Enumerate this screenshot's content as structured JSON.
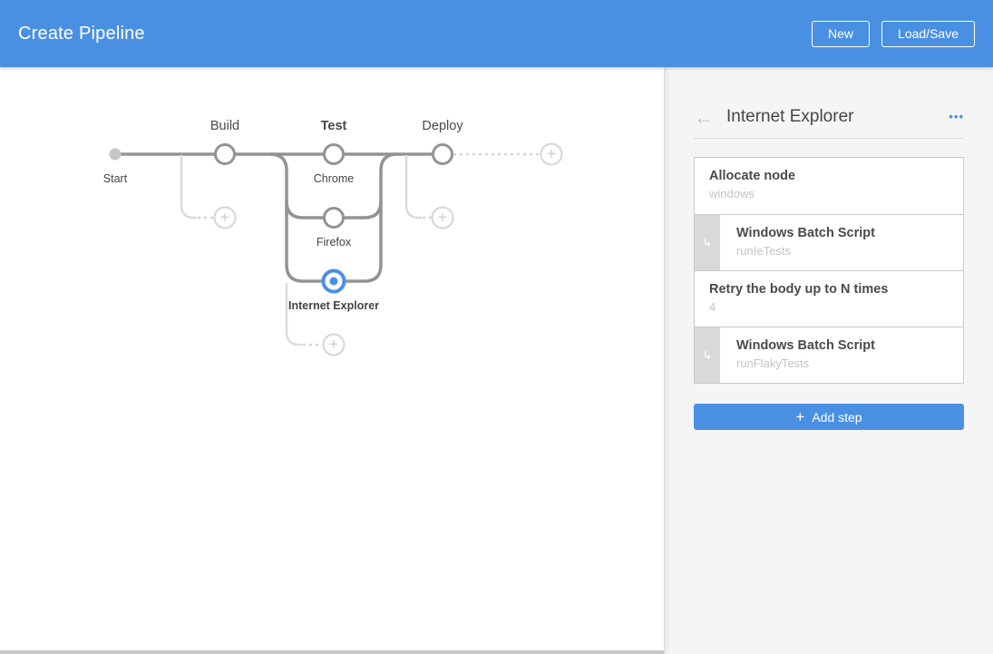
{
  "header": {
    "title": "Create Pipeline",
    "new_label": "New",
    "load_save_label": "Load/Save"
  },
  "graph": {
    "start_label": "Start",
    "stages": [
      {
        "label": "Build",
        "selected": false
      },
      {
        "label": "Test",
        "selected": true
      },
      {
        "label": "Deploy",
        "selected": false
      }
    ],
    "branches": [
      {
        "label": "Chrome",
        "selected": false
      },
      {
        "label": "Firefox",
        "selected": false
      },
      {
        "label": "Internet Explorer",
        "selected": true
      }
    ]
  },
  "panel": {
    "title": "Internet Explorer",
    "steps": [
      {
        "title": "Allocate node",
        "subtitle": "windows",
        "nested": false
      },
      {
        "title": "Windows Batch Script",
        "subtitle": "runIeTests",
        "nested": true
      },
      {
        "title": "Retry the body up to N times",
        "subtitle": "4",
        "nested": false
      },
      {
        "title": "Windows Batch Script",
        "subtitle": "runFlakyTests",
        "nested": true
      }
    ],
    "add_step_label": "Add step"
  },
  "icons": {
    "plus": "+",
    "back_arrow": "←",
    "more_dots": "•••",
    "branch_arrow": "↳"
  },
  "colors": {
    "accent_blue": "#4a90e2",
    "graph_line": "#949393",
    "graph_light": "#d9d9d9",
    "panel_bg": "#f5f5f6",
    "subtitle_gray": "#c4c4c4"
  }
}
